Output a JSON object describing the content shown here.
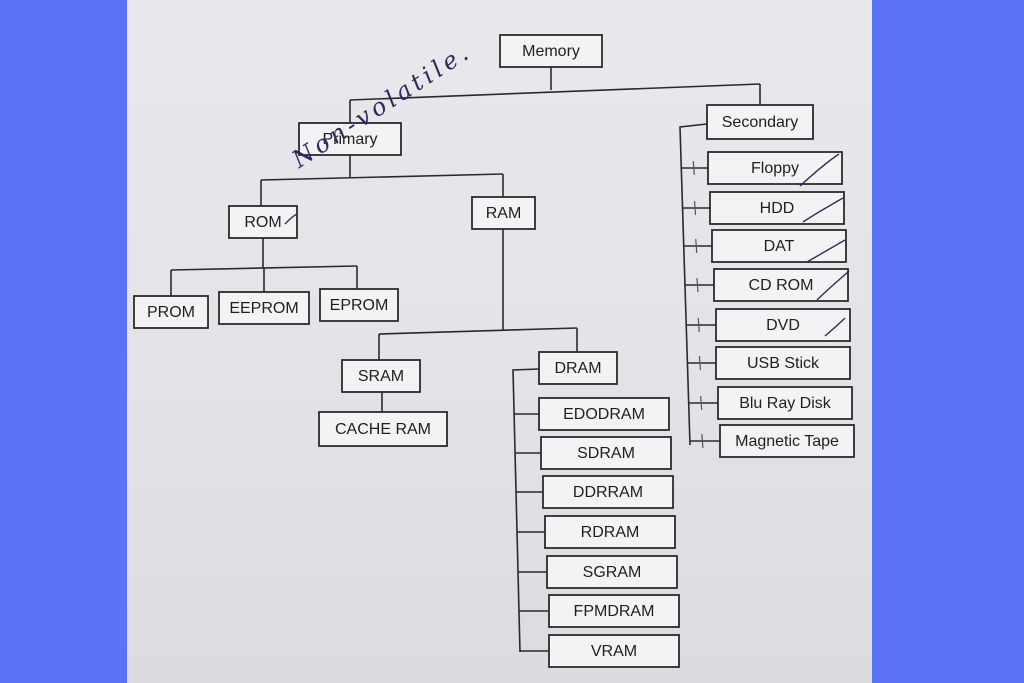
{
  "diagram": {
    "type": "hierarchy",
    "handwritten_annotation": "Non-volatile.",
    "nodes": [
      {
        "id": "memory",
        "label": "Memory",
        "parent": null
      },
      {
        "id": "primary",
        "label": "Primary",
        "parent": "memory"
      },
      {
        "id": "secondary",
        "label": "Secondary",
        "parent": "memory"
      },
      {
        "id": "rom",
        "label": "ROM",
        "parent": "primary"
      },
      {
        "id": "ram",
        "label": "RAM",
        "parent": "primary"
      },
      {
        "id": "prom",
        "label": "PROM",
        "parent": "rom"
      },
      {
        "id": "eeprom",
        "label": "EEPROM",
        "parent": "rom"
      },
      {
        "id": "eprom",
        "label": "EPROM",
        "parent": "rom"
      },
      {
        "id": "sram",
        "label": "SRAM",
        "parent": "ram"
      },
      {
        "id": "dram",
        "label": "DRAM",
        "parent": "ram"
      },
      {
        "id": "cache_ram",
        "label": "CACHE RAM",
        "parent": "sram"
      },
      {
        "id": "edodram",
        "label": "EDODRAM",
        "parent": "dram"
      },
      {
        "id": "sdram",
        "label": "SDRAM",
        "parent": "dram"
      },
      {
        "id": "ddrram",
        "label": "DDRRAM",
        "parent": "dram"
      },
      {
        "id": "rdram",
        "label": "RDRAM",
        "parent": "dram"
      },
      {
        "id": "sgram",
        "label": "SGRAM",
        "parent": "dram"
      },
      {
        "id": "fpmdram",
        "label": "FPMDRAM",
        "parent": "dram"
      },
      {
        "id": "vram",
        "label": "VRAM",
        "parent": "dram"
      },
      {
        "id": "floppy",
        "label": "Floppy",
        "parent": "secondary"
      },
      {
        "id": "hdd",
        "label": "HDD",
        "parent": "secondary"
      },
      {
        "id": "dat",
        "label": "DAT",
        "parent": "secondary"
      },
      {
        "id": "cd_rom",
        "label": "CD ROM",
        "parent": "secondary"
      },
      {
        "id": "dvd",
        "label": "DVD",
        "parent": "secondary"
      },
      {
        "id": "usb_stick",
        "label": "USB Stick",
        "parent": "secondary"
      },
      {
        "id": "blu_ray_disk",
        "label": "Blu Ray Disk",
        "parent": "secondary"
      },
      {
        "id": "magnetic_tape",
        "label": "Magnetic Tape",
        "parent": "secondary"
      }
    ]
  }
}
